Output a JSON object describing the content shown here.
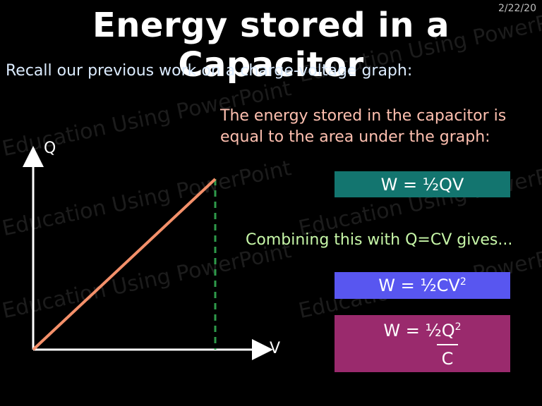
{
  "header": {
    "date": "2/22/20",
    "title": "Energy stored in a Capacitor"
  },
  "slide": {
    "subtitle": "Recall our previous work on a charge-voltage graph:",
    "energy_note_line1": "The energy stored in the capacitor is",
    "energy_note_line2": "equal to the area under the graph:",
    "combining_text": "Combining this with Q=CV gives..."
  },
  "graph": {
    "y_axis_label": "Q",
    "x_axis_label": "V",
    "line_color": "#f4906a",
    "dashed_color": "#2e9a4a"
  },
  "formulas": {
    "w_half_qv": "W = ½QV",
    "w_half_cv2_main": "W = ½CV",
    "w_half_cv2_sup": "2",
    "w_half_q2_main": "W = ½Q",
    "w_half_q2_sup": "2",
    "w_half_q2_den": "C",
    "box_colors": [
      "#13756f",
      "#5856f0",
      "#9a2a6d"
    ]
  },
  "watermark": {
    "text": "Education Using PowerPoint"
  }
}
